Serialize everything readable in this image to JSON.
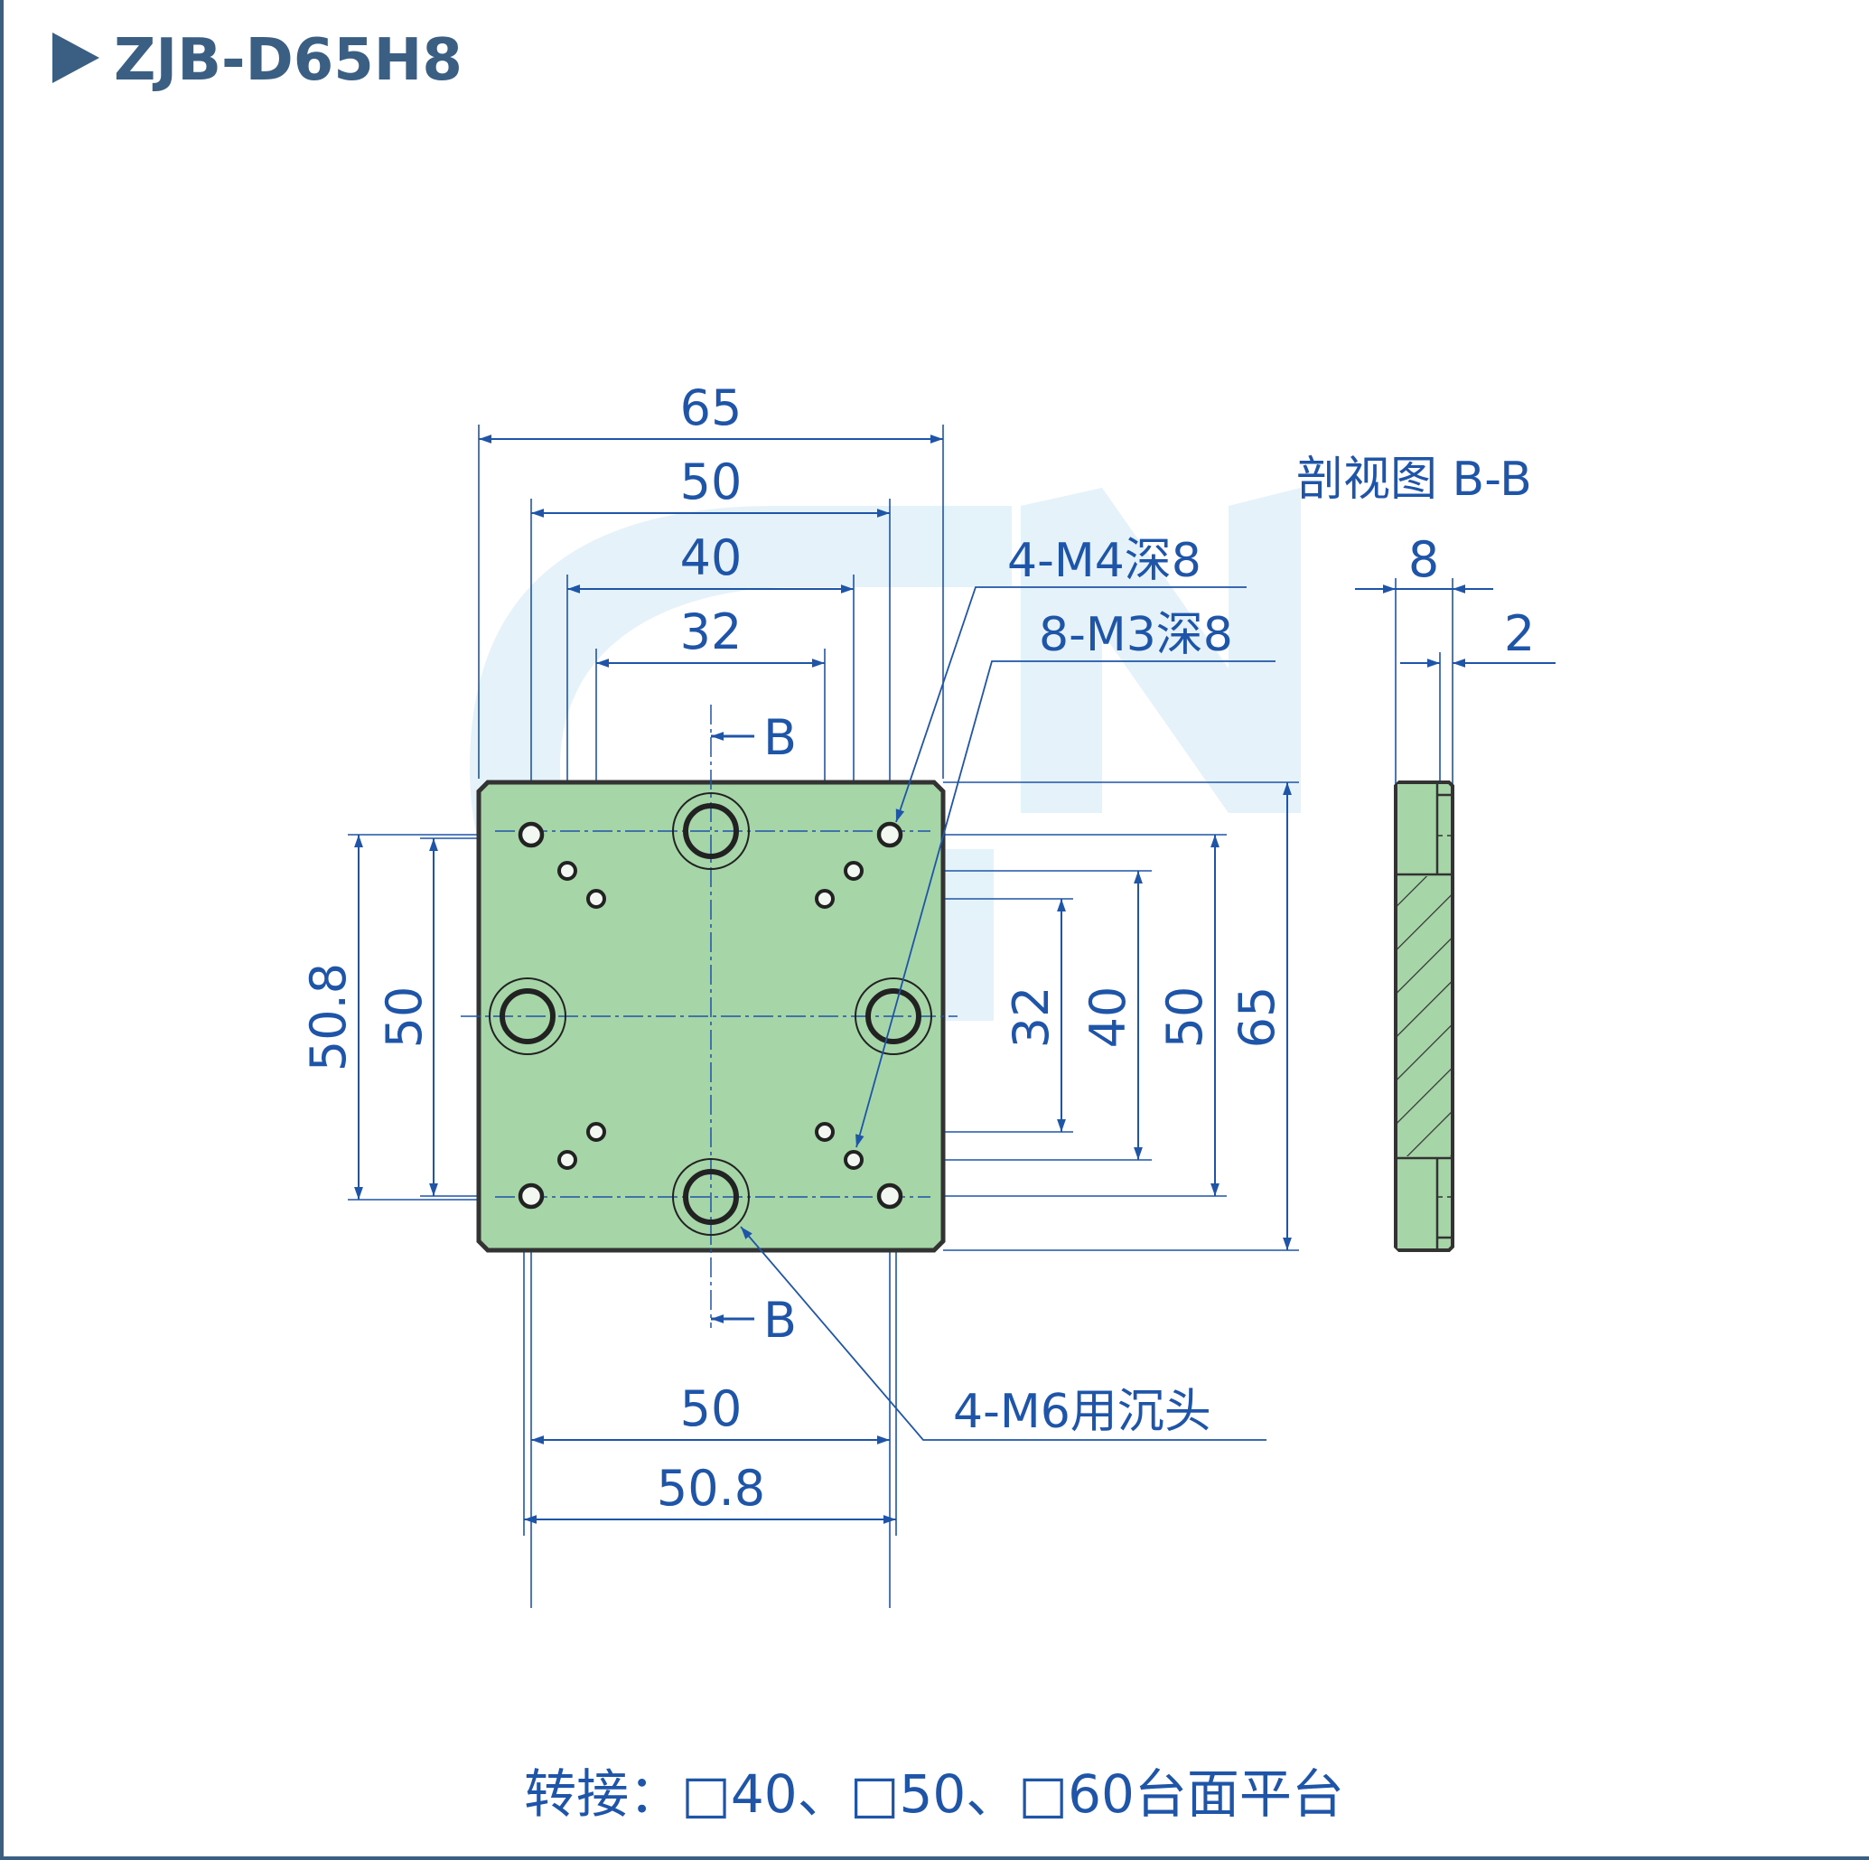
{
  "header": {
    "title": "ZJB-D65H8"
  },
  "colors": {
    "dimension": "#1f55a8",
    "title": "#3b5e83",
    "plate_fill": "#a6d5a8",
    "outline": "#333333",
    "border": "#3b5e83"
  },
  "top_view": {
    "dimensions": {
      "overall_width": "65",
      "m6_spacing_outer": "50",
      "m4_spacing": "40",
      "m3_spacing": "32",
      "bottom_m6": "50",
      "bottom_m4": "50.8",
      "left_m4": "50.8",
      "left_m6": "50",
      "right_m3": "32",
      "right_m4": "40",
      "right_m6": "50",
      "overall_height": "65"
    },
    "section_marker": "B",
    "callouts": {
      "m4": "4-M4深8",
      "m3": "8-M3深8",
      "m6": "4-M6用沉头"
    }
  },
  "section_view": {
    "title": "剖视图 B-B",
    "thickness": "8",
    "counterbore": "2"
  },
  "footer": {
    "note": "转接：□40、□50、□60台面平台"
  }
}
